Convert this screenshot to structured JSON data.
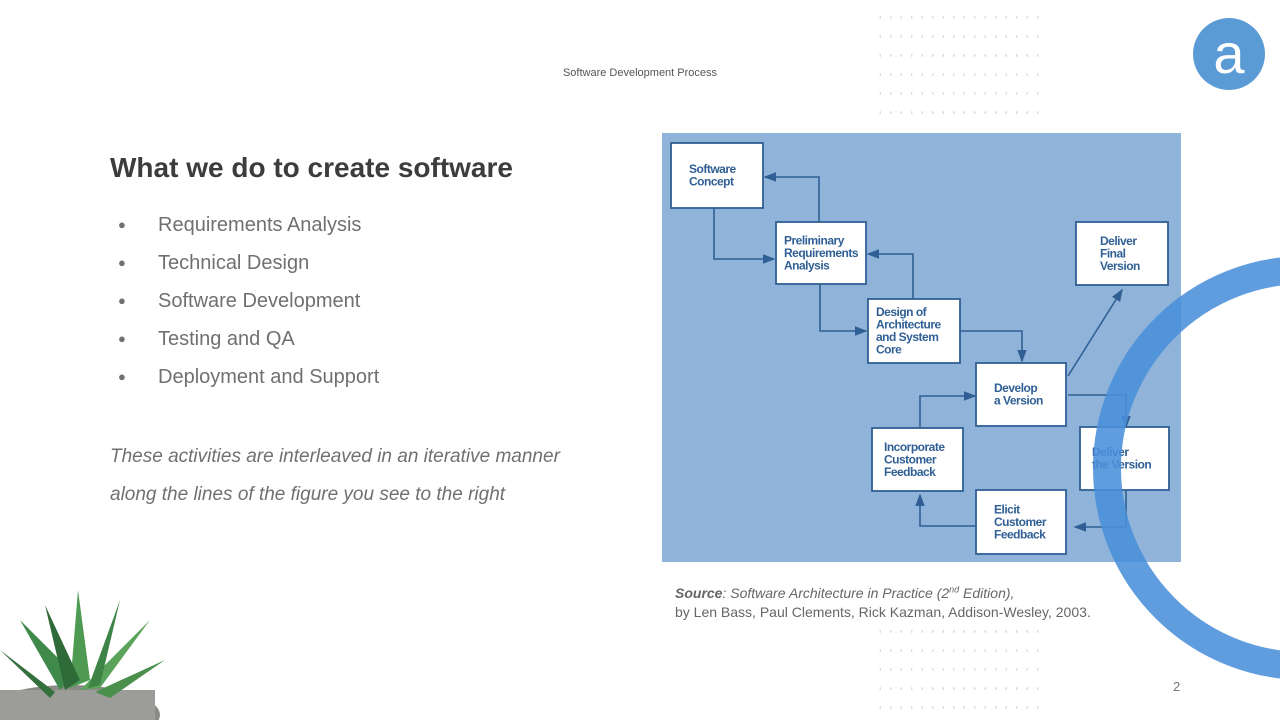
{
  "header": {
    "title": "Software Development Process"
  },
  "slide": {
    "title": "What we do to create software",
    "bullets": [
      "Requirements Analysis",
      "Technical Design",
      "Software Development",
      "Testing and QA",
      "Deployment and Support"
    ],
    "note_line1": "These activities are interleaved in an iterative manner",
    "note_line2": "along the lines of the figure you see to the right"
  },
  "diagram": {
    "boxes": {
      "concept": [
        "Software",
        "Concept"
      ],
      "prelim": [
        "Preliminary",
        "Requirements",
        "Analysis"
      ],
      "design": [
        "Design of",
        "Architecture",
        "and System",
        "Core"
      ],
      "develop": [
        "Develop",
        "a Version"
      ],
      "final": [
        "Deliver",
        "Final",
        "Version"
      ],
      "incorporate": [
        "Incorporate",
        "Customer",
        "Feedback"
      ],
      "deliver": [
        "Deliver",
        "the Version"
      ],
      "elicit": [
        "Elicit",
        "Customer",
        "Feedback"
      ]
    },
    "colors": {
      "background": "#8fb3d9",
      "box_border": "#2f5f94",
      "text": "#2f5f94"
    }
  },
  "source": {
    "label": "Source",
    "title": "Software Architecture in Practice (2",
    "sup": "nd",
    "title_end": " Edition),",
    "byline": "by Len Bass, Paul Clements, Rick Kazman, Addison-Wesley, 2003."
  },
  "page_number": "2",
  "logo": {
    "letter": "a",
    "color": "#5b9bd5"
  },
  "accent_color": "#4a90d9"
}
